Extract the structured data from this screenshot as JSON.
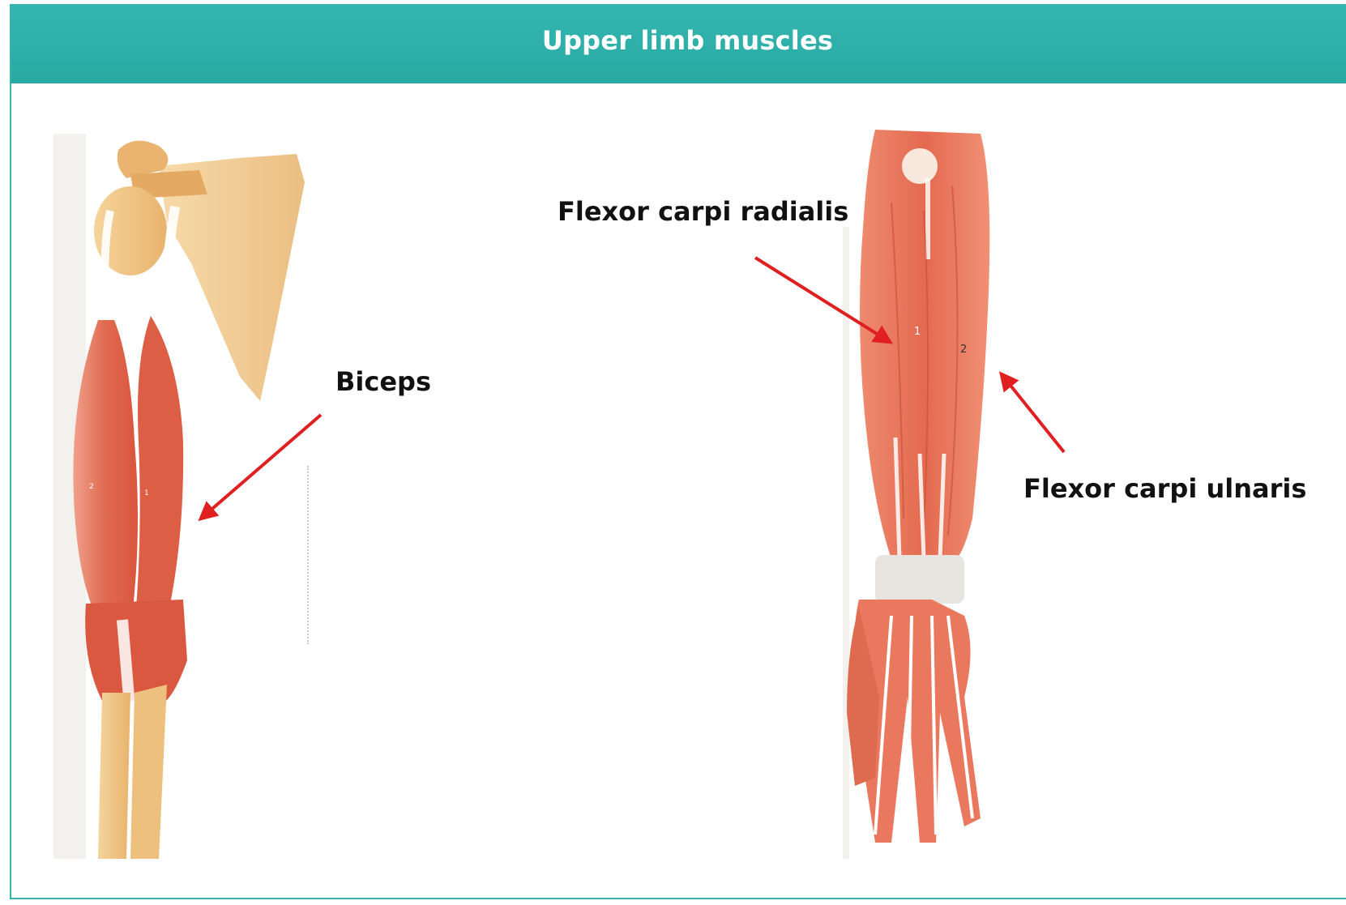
{
  "slide": {
    "title": "Upper limb muscles",
    "accent_color": "#2fb0aa"
  },
  "labels": {
    "biceps": "Biceps",
    "flexor_carpi_radialis": "Flexor carpi radialis",
    "flexor_carpi_ulnaris": "Flexor carpi ulnaris"
  },
  "illustrations": {
    "arm_markers": [
      "2",
      "1"
    ],
    "forearm_markers": [
      "1",
      "2"
    ]
  },
  "colors": {
    "arrow": "#e02020",
    "muscle": "#e8745a",
    "bone": "#f2c98a"
  }
}
